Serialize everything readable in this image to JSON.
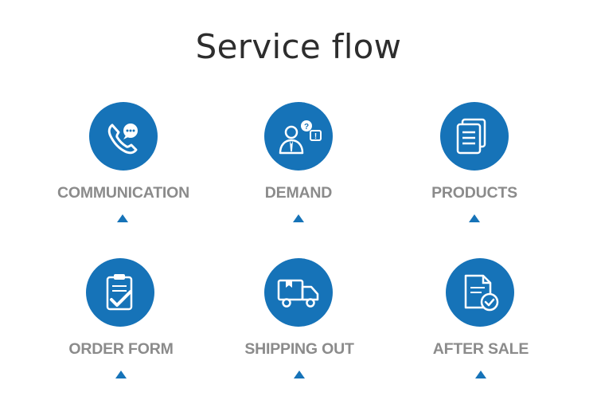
{
  "title": "Service flow",
  "steps": [
    {
      "label": "COMMUNICATION",
      "icon": "phone-chat-icon"
    },
    {
      "label": "DEMAND",
      "icon": "person-question-icon"
    },
    {
      "label": "PRODUCTS",
      "icon": "documents-icon"
    },
    {
      "label": "ORDER FORM",
      "icon": "clipboard-check-icon"
    },
    {
      "label": "SHIPPING OUT",
      "icon": "truck-icon"
    },
    {
      "label": "AFTER SALE",
      "icon": "document-check-icon"
    }
  ],
  "colors": {
    "accent": "#1673b8",
    "label": "#8b8b8b",
    "title": "#2d2d2d"
  }
}
